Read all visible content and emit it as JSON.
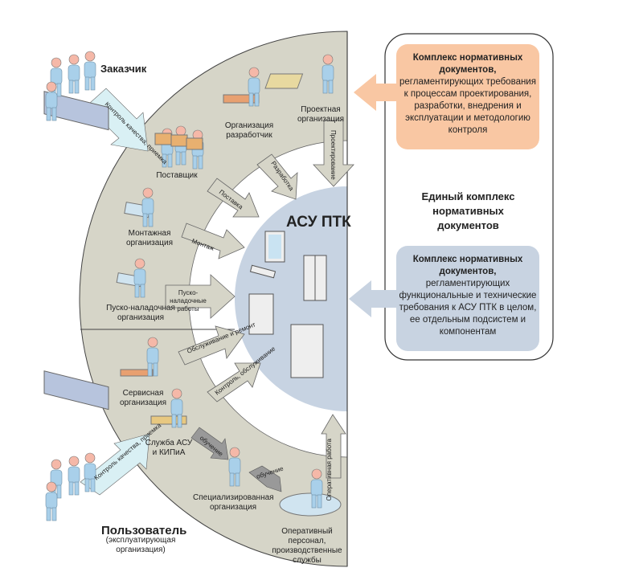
{
  "center": {
    "title": "АСУ ПТК"
  },
  "customer": {
    "title": "Заказчик",
    "arrow_label": "Контроль качества, приемка"
  },
  "user": {
    "title": "Пользователь",
    "subtitle": "(эксплуатирующая организация)",
    "arrow_label": "Контроль качества, приемка"
  },
  "participants": [
    {
      "name": "Проектная организация"
    },
    {
      "name": "Организация разработчик"
    },
    {
      "name": "Поставщик"
    },
    {
      "name": "Монтажная организация"
    },
    {
      "name": "Пуско-наладочная организация"
    },
    {
      "name": "Сервисная организация"
    },
    {
      "name": "Служба АСУ и КИПиА"
    },
    {
      "name": "Специализированная организация"
    },
    {
      "name": "Оперативный персонал, производственные службы"
    }
  ],
  "flows": [
    {
      "label": "Проектирование"
    },
    {
      "label": "Разработка"
    },
    {
      "label": "Поставка"
    },
    {
      "label": "Монтаж"
    },
    {
      "label": "Пуско-наладочные работы"
    },
    {
      "label": "Обслуживание и ремонт"
    },
    {
      "label": "Контроль, обслуживание"
    },
    {
      "label": "Оперативная работа"
    },
    {
      "label": "обучение"
    },
    {
      "label": "обучение"
    }
  ],
  "right_panel": {
    "title": "Единый комплекс нормативных документов",
    "top_box": {
      "heading": "Комплекс нормативных документов,",
      "text": "регламентирующих требования к процессам проектирования, разработки, внедрения и эксплуатации и методологию контроля",
      "color": "#f9c7a3"
    },
    "bottom_box": {
      "heading": "Комплекс нормативных документов,",
      "text": "регламентирующих функциональные и технические требования к АСУ ПТК в целом, ее отдельным подсистем и компонентам",
      "color": "#c8d3e1"
    }
  },
  "colors": {
    "ring": "#d6d5c8",
    "core": "#c7d3e2",
    "person": "#a9d0ea",
    "arrow_light": "#d9f0f4"
  }
}
